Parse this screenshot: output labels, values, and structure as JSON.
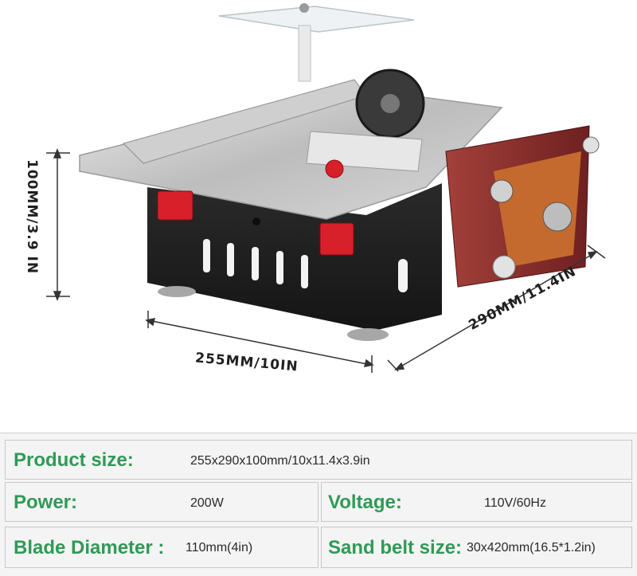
{
  "dimensions": {
    "height": "100MM/3.9 IN",
    "width": "255MM/10IN",
    "depth": "290MM/11.4IN"
  },
  "specs": {
    "product_size": {
      "label": "Product size:",
      "value": "255x290x100mm/10x11.4x3.9in"
    },
    "power": {
      "label": "Power:",
      "value": "200W"
    },
    "voltage": {
      "label": "Voltage:",
      "value": "110V/60Hz"
    },
    "blade_diameter": {
      "label": "Blade Diameter :",
      "value": "110mm(4in)"
    },
    "sand_belt_size": {
      "label": "Sand belt size:",
      "value": "30x420mm(16.5*1.2in)"
    }
  },
  "colors": {
    "label_green": "#2f9a57",
    "belt_red": "#8e2b2b",
    "body_black": "#1e1e1e",
    "switch_red": "#d8202a"
  }
}
